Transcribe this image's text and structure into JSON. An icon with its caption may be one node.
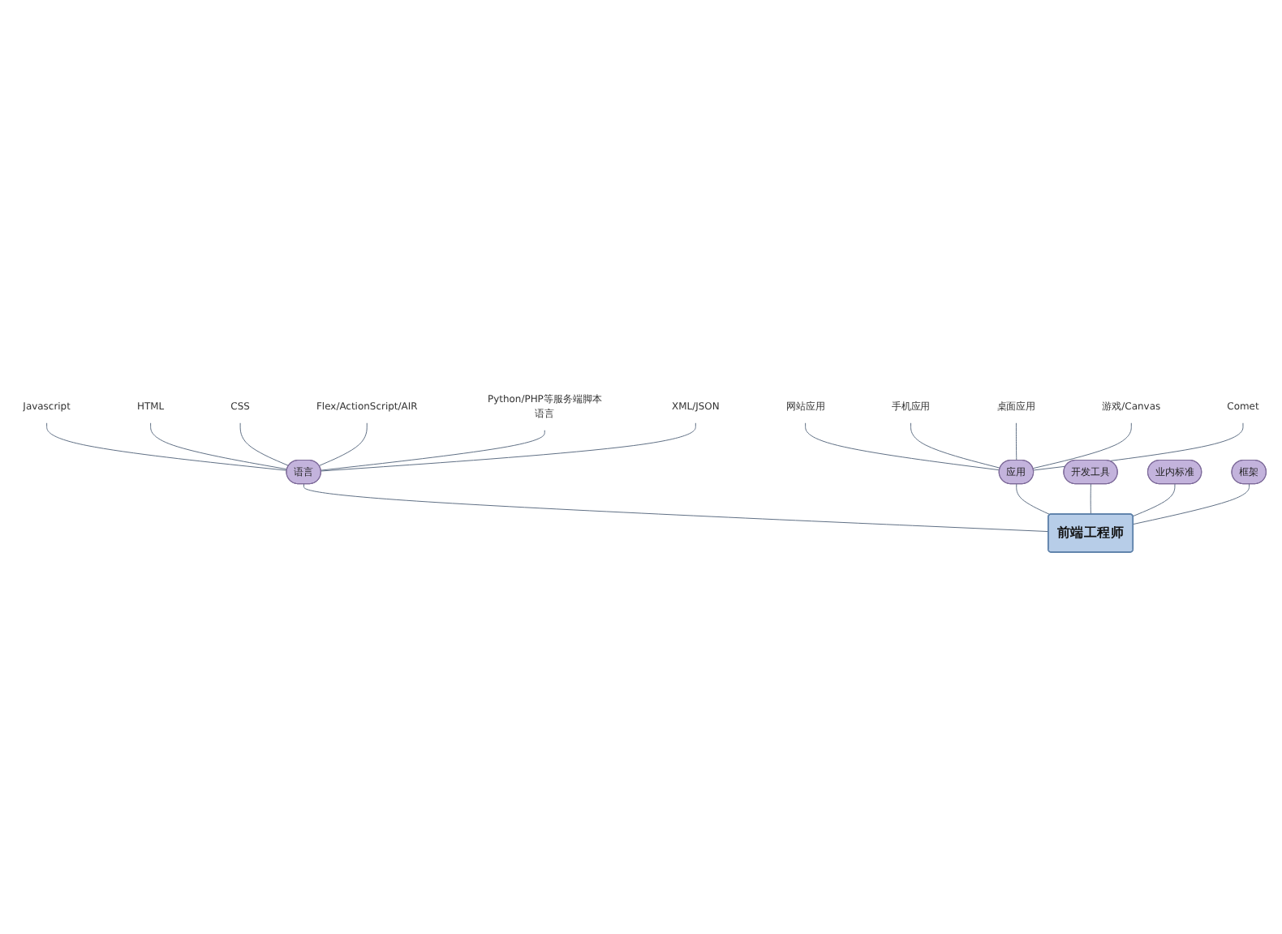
{
  "diagram": {
    "nodes": [
      {
        "text": [
          "前端工程师"
        ]
      },
      {
        "text": [
          "语言"
        ]
      },
      {
        "text": [
          "应用"
        ]
      },
      {
        "text": [
          "开发工具"
        ]
      },
      {
        "text": [
          "业内标准"
        ]
      },
      {
        "text": [
          "框架"
        ]
      },
      {
        "text": [
          "Javascript"
        ]
      },
      {
        "text": [
          "HTML"
        ]
      },
      {
        "text": [
          "CSS"
        ]
      },
      {
        "text": [
          "Flex/ActionScript/AIR"
        ]
      },
      {
        "text": [
          "Python/PHP等服务端脚本语言"
        ]
      },
      {
        "text": [
          "XML/JSON"
        ]
      },
      {
        "text": [
          "网站应用"
        ]
      },
      {
        "text": [
          "手机应用"
        ]
      },
      {
        "text": [
          "桌面应用"
        ]
      },
      {
        "text": [
          "游戏/Canvas"
        ]
      },
      {
        "text": [
          "Comet"
        ]
      }
    ],
    "edges": [
      {
        "from": 0,
        "to": 1,
        "arrow": "none"
      },
      {
        "from": 0,
        "to": 2,
        "arrow": "none"
      },
      {
        "from": 0,
        "to": 3,
        "arrow": "none"
      },
      {
        "from": 0,
        "to": 4,
        "arrow": "none"
      },
      {
        "from": 0,
        "to": 5,
        "arrow": "none"
      },
      {
        "from": 1,
        "to": 6,
        "arrow": "none"
      },
      {
        "from": 1,
        "to": 7,
        "arrow": "none"
      },
      {
        "from": 1,
        "to": 8,
        "arrow": "none"
      },
      {
        "from": 1,
        "to": 9,
        "arrow": "none"
      },
      {
        "from": 1,
        "to": 10,
        "arrow": "none"
      },
      {
        "from": 1,
        "to": 11,
        "arrow": "none"
      },
      {
        "from": 2,
        "to": 12,
        "arrow": "none"
      },
      {
        "from": 2,
        "to": 13,
        "arrow": "none"
      },
      {
        "from": 2,
        "to": 14,
        "arrow": "none"
      },
      {
        "from": 2,
        "to": 15,
        "arrow": "none"
      },
      {
        "from": 2,
        "to": 16,
        "arrow": "none"
      }
    ]
  }
}
